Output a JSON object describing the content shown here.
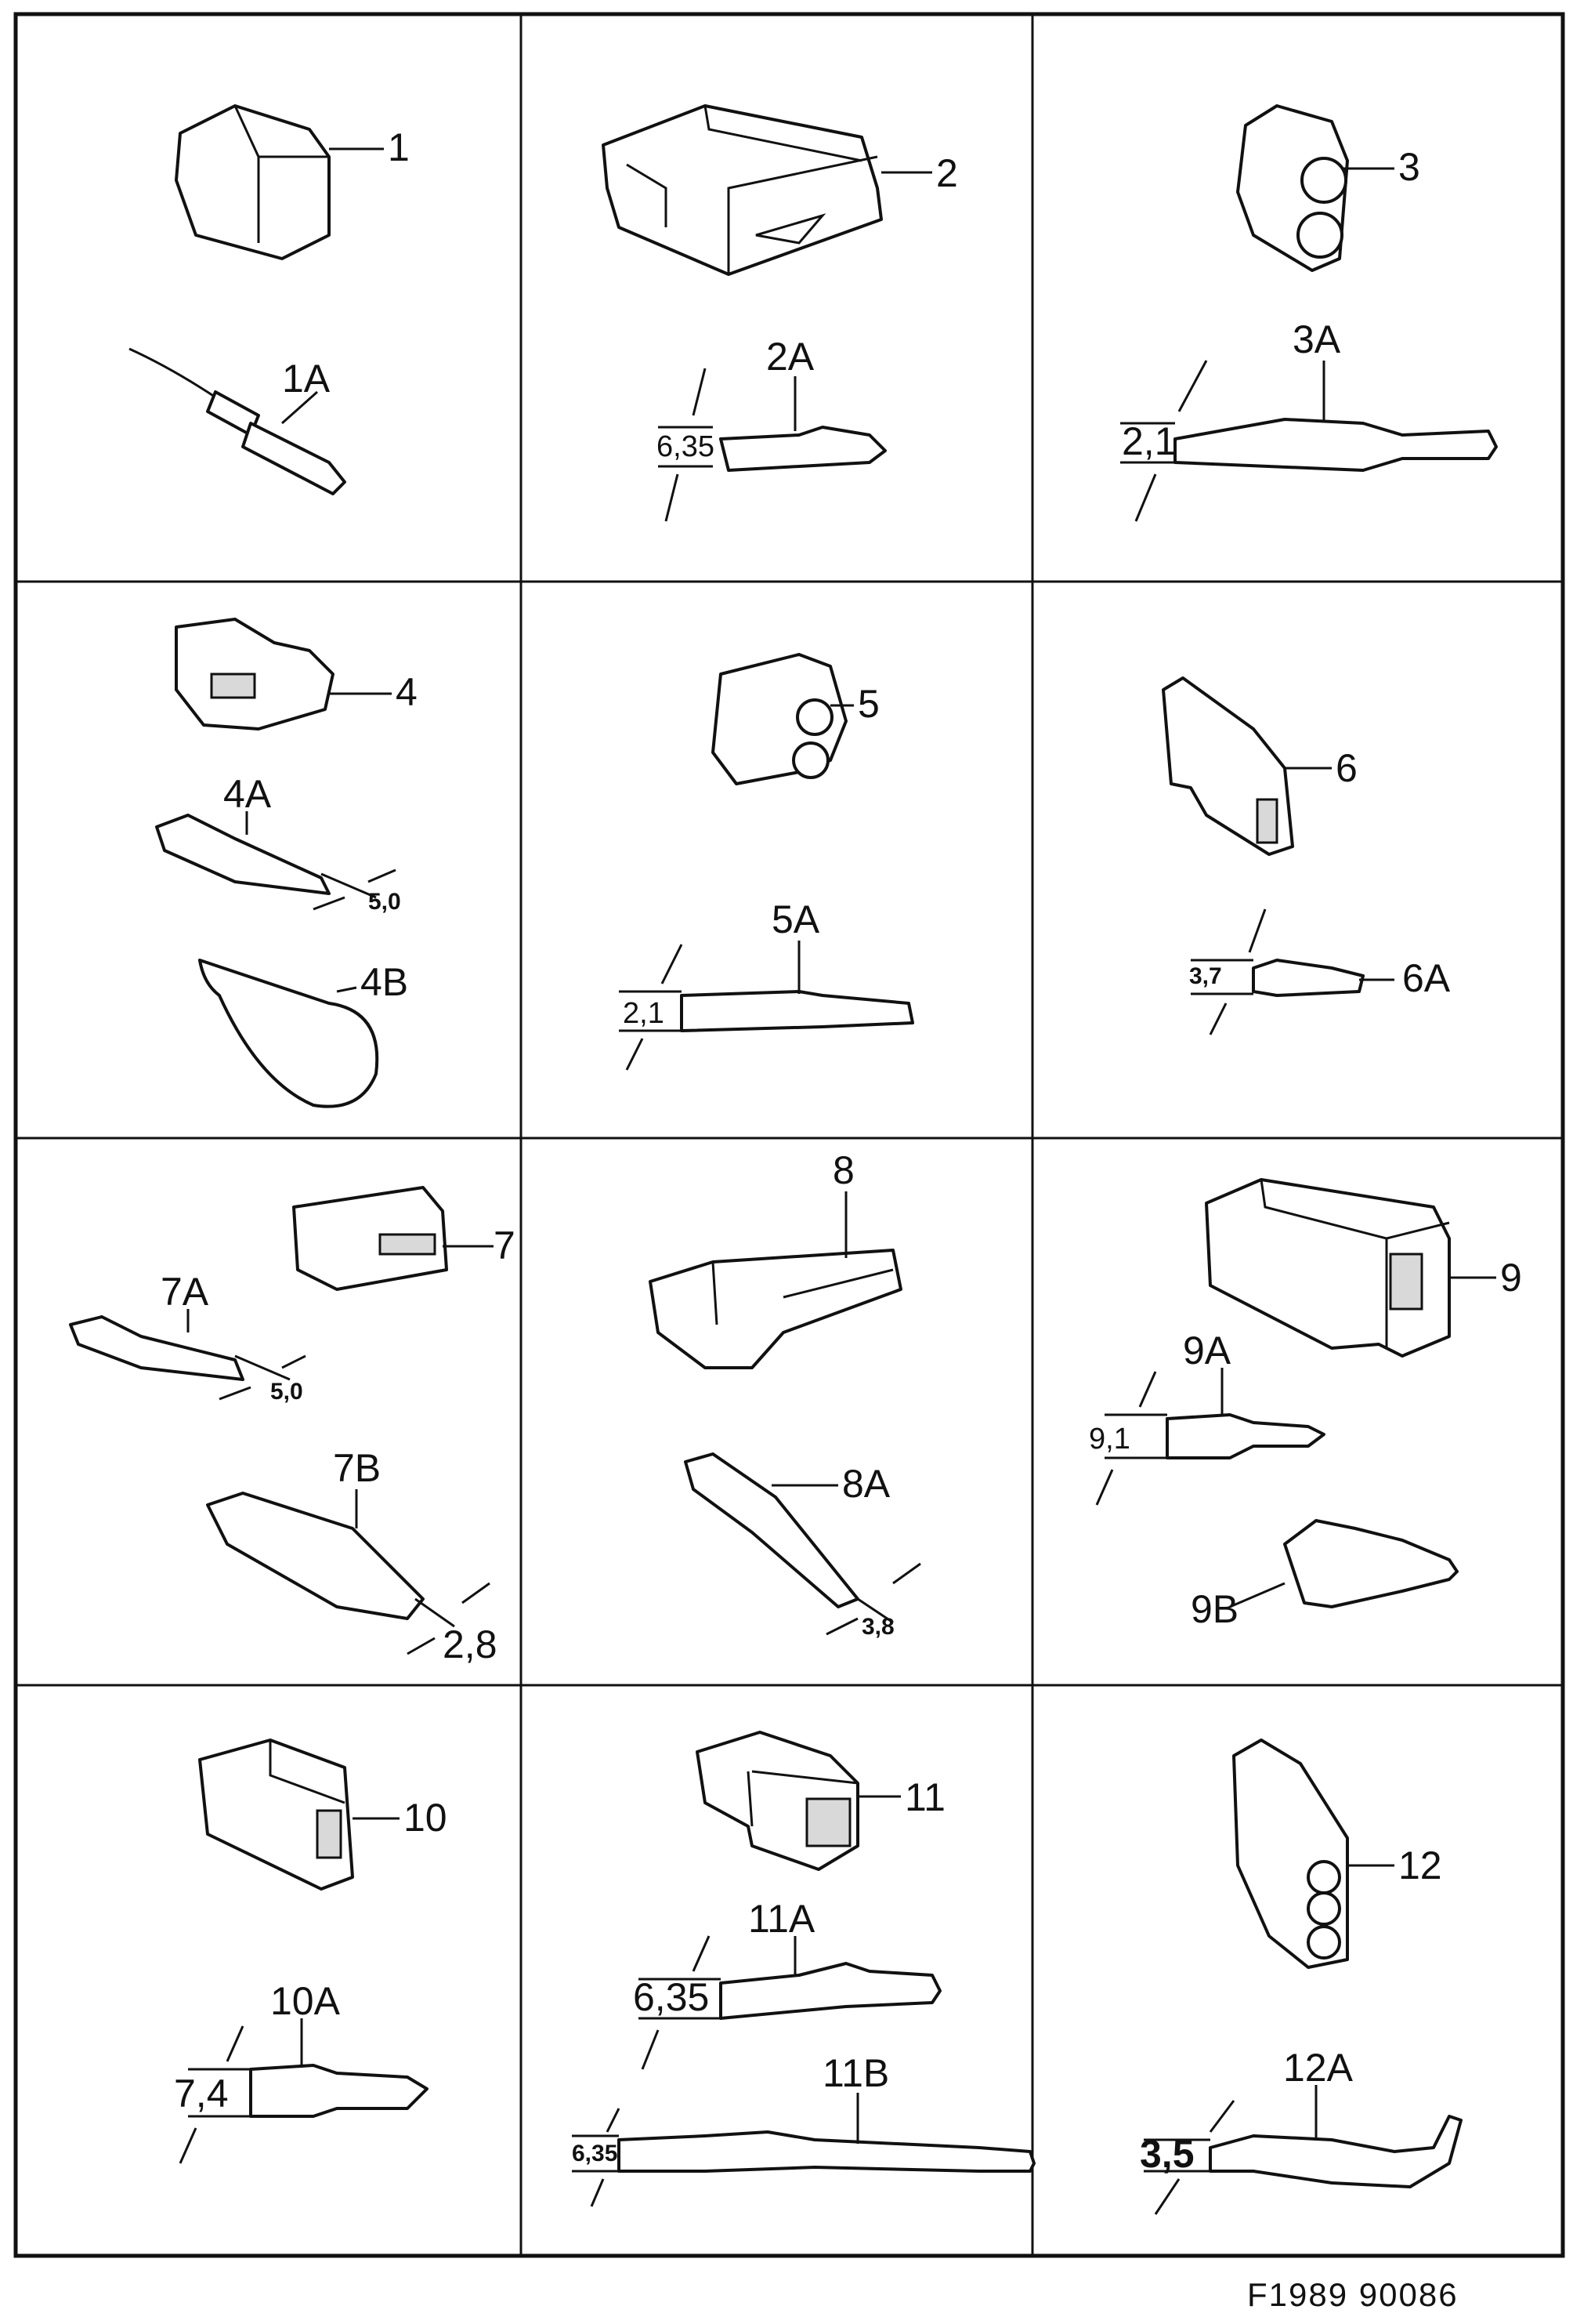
{
  "cells": [
    {
      "id": "1",
      "labels": [
        "1",
        "1A"
      ],
      "dims": []
    },
    {
      "id": "2",
      "labels": [
        "2",
        "2A"
      ],
      "dims": [
        "6,35"
      ]
    },
    {
      "id": "3",
      "labels": [
        "3",
        "3A"
      ],
      "dims": [
        "2,1"
      ]
    },
    {
      "id": "4",
      "labels": [
        "4",
        "4A",
        "4B"
      ],
      "dims": [
        "5,0"
      ]
    },
    {
      "id": "5",
      "labels": [
        "5",
        "5A"
      ],
      "dims": [
        "2,1"
      ]
    },
    {
      "id": "6",
      "labels": [
        "6",
        "6A"
      ],
      "dims": [
        "3,7"
      ]
    },
    {
      "id": "7",
      "labels": [
        "7",
        "7A",
        "7B"
      ],
      "dims": [
        "5,0",
        "2,8"
      ]
    },
    {
      "id": "8",
      "labels": [
        "8",
        "8A"
      ],
      "dims": [
        "3,8"
      ]
    },
    {
      "id": "9",
      "labels": [
        "9",
        "9A",
        "9B"
      ],
      "dims": [
        "9,1"
      ]
    },
    {
      "id": "10",
      "labels": [
        "10",
        "10A"
      ],
      "dims": [
        "7,4"
      ]
    },
    {
      "id": "11",
      "labels": [
        "11",
        "11A",
        "11B"
      ],
      "dims": [
        "6,35",
        "6,35"
      ]
    },
    {
      "id": "12",
      "labels": [
        "12",
        "12A"
      ],
      "dims": [
        "3,5"
      ]
    }
  ],
  "footer": {
    "code": "F1989 90086"
  }
}
